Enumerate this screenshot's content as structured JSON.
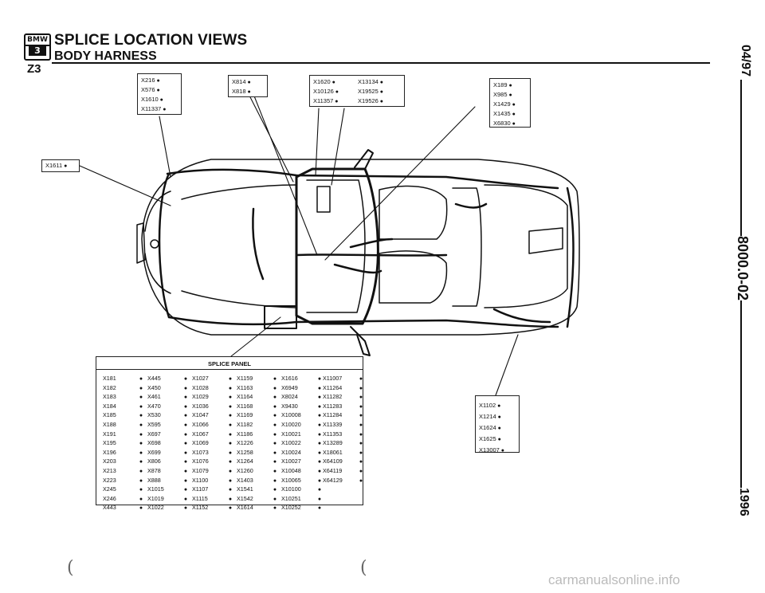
{
  "header": {
    "logo_brand": "BMW",
    "logo_number": "3",
    "title": "SPLICE LOCATION VIEWS",
    "subtitle": "BODY HARNESS",
    "model": "Z3"
  },
  "side_text": {
    "date": "04/97",
    "doc_number": "8000.0-02",
    "year": "1996"
  },
  "callouts": {
    "box_a": [
      "X216",
      "X576",
      "X1610",
      "X11337"
    ],
    "box_b": [
      "X814",
      "X818"
    ],
    "box_c": [
      [
        "X1620",
        "X13134"
      ],
      [
        "X10126",
        "X19525"
      ],
      [
        "X11357",
        "X19526"
      ]
    ],
    "box_d": [
      "X189",
      "X985",
      "X1429",
      "X1435",
      "X6830"
    ],
    "box_e": [
      "X1611"
    ],
    "box_f": [
      "X1102",
      "X1214",
      "X1624",
      "X1625",
      "X13007"
    ]
  },
  "splice_panel": {
    "title": "SPLICE PANEL",
    "columns": [
      [
        "X181",
        "X182",
        "X183",
        "X184",
        "X185",
        "X188",
        "X191",
        "X195",
        "X196",
        "X203",
        "X213",
        "X223",
        "X245",
        "X246",
        "X443"
      ],
      [
        "X445",
        "X450",
        "X461",
        "X470",
        "X530",
        "X595",
        "X697",
        "X698",
        "X699",
        "X806",
        "X878",
        "X888",
        "X1015",
        "X1019",
        "X1022"
      ],
      [
        "X1027",
        "X1028",
        "X1029",
        "X1036",
        "X1047",
        "X1066",
        "X1067",
        "X1069",
        "X1073",
        "X1076",
        "X1079",
        "X1100",
        "X1107",
        "X1115",
        "X1152"
      ],
      [
        "X1159",
        "X1163",
        "X1164",
        "X1168",
        "X1169",
        "X1182",
        "X1186",
        "X1226",
        "X1258",
        "X1264",
        "X1260",
        "X1403",
        "X1541",
        "X1542",
        "X1614"
      ],
      [
        "X1616",
        "X6949",
        "X8024",
        "X9430",
        "X10008",
        "X10020",
        "X10021",
        "X10022",
        "X10024",
        "X10027",
        "X10048",
        "X10065",
        "X10100",
        "X10251",
        "X10252"
      ],
      [
        "X11007",
        "X11264",
        "X11282",
        "X11283",
        "X11284",
        "X11339",
        "X11353",
        "X13289",
        "X18061",
        "X64109",
        "X64119",
        "X64129"
      ]
    ]
  },
  "footer": {
    "watermark": "carmanualsonline.info"
  },
  "colors": {
    "ink": "#111111",
    "watermark": "#bbbbbb"
  }
}
